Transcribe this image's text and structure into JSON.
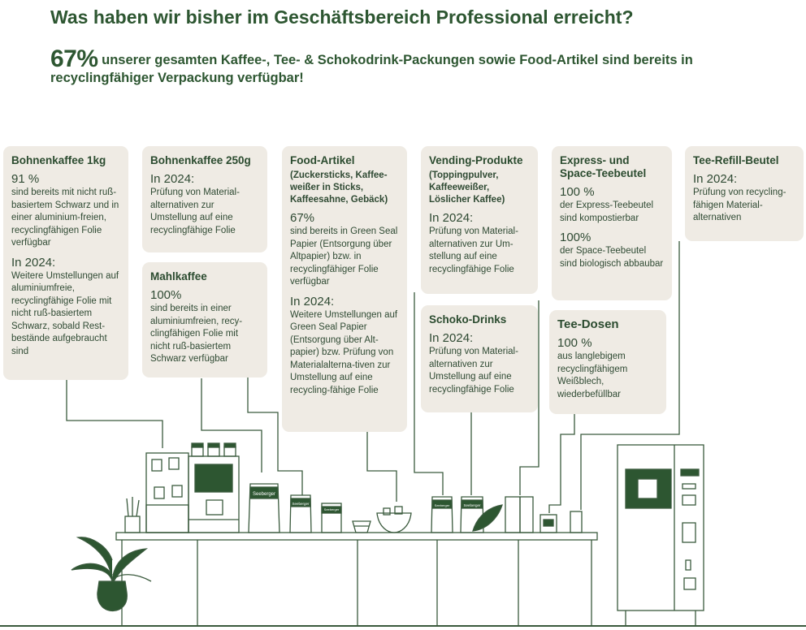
{
  "title": "Was haben wir bisher im Geschäftsbereich Professional erreicht?",
  "subtitle": {
    "percent": "67%",
    "text": "unserer gesamten Kaffee-, Tee- & Schokodrink-Packungen sowie Food-Artikel sind bereits in recyclingfähiger Verpackung verfügbar!"
  },
  "cards": {
    "bohnenkaffee1kg": {
      "title": "Bohnenkaffee 1kg",
      "value": "91 %",
      "value_text": "sind bereits mit nicht ruß-basiertem Schwarz und in einer aluminium-freien, recyclingfähigen Folie verfügbar",
      "year": "In 2024:",
      "year_text": "Weitere Umstellungen auf aluminiumfreie, recyclingfähige Folie mit nicht ruß-basiertem Schwarz, sobald Rest-bestände aufgebraucht sind"
    },
    "bohnenkaffee250g": {
      "title": "Bohnenkaffee 250g",
      "year": "In 2024:",
      "year_text": "Prüfung von Material-alternativen zur Umstellung auf eine recyclingfähige Folie"
    },
    "mahlkaffee": {
      "title": "Mahlkaffee",
      "value": "100%",
      "value_text": "sind bereits in einer aluminiumfreien, recy-clingfähigen Folie mit nicht ruß-basiertem Schwarz verfügbar"
    },
    "food": {
      "title": "Food-Artikel",
      "note": "(Zuckersticks, Kaffee-weißer in Sticks, Kaffeesahne, Gebäck)",
      "value": "67%",
      "value_text": "sind bereits in Green Seal Papier (Entsorgung über Altpapier) bzw. in recyclingfähiger Folie verfügbar",
      "year": "In 2024:",
      "year_text": "Weitere Umstellungen auf Green Seal Papier (Entsorgung über Alt-papier) bzw. Prüfung von Materialalterna-tiven zur Umstellung auf eine recycling-fähige Folie"
    },
    "vending": {
      "title": "Vending-Produkte",
      "note": "(Toppingpulver, Kaffeeweißer, Löslicher Kaffee)",
      "year": "In 2024:",
      "year_text": "Prüfung von Material-alternativen zur Um-stellung auf eine recyclingfähige Folie"
    },
    "schoko": {
      "title": "Schoko-Drinks",
      "year": "In 2024:",
      "year_text": "Prüfung von Material-alternativen zur Umstellung auf eine recyclingfähige Folie"
    },
    "express": {
      "title": "Express- und Space-Teebeutel",
      "value": "100 %",
      "value_text": "der Express-Teebeutel sind kompostierbar",
      "value2": "100%",
      "value2_text": "der Space-Teebeutel sind biologisch abbaubar"
    },
    "teedosen": {
      "title": "Tee-Dosen",
      "value": "100 %",
      "value_text": "aus langlebigem recyclingfähigem Weißblech, wiederbefüllbar"
    },
    "teerefill": {
      "title": "Tee-Refill-Beutel",
      "year": "In 2024:",
      "year_text": "Prüfung von recycling-fähigen Material-alternativen"
    }
  },
  "brand_label": "Seeberger",
  "colors": {
    "green": "#2d5631",
    "card": "#efebe4",
    "line": "#3a5a3d"
  }
}
